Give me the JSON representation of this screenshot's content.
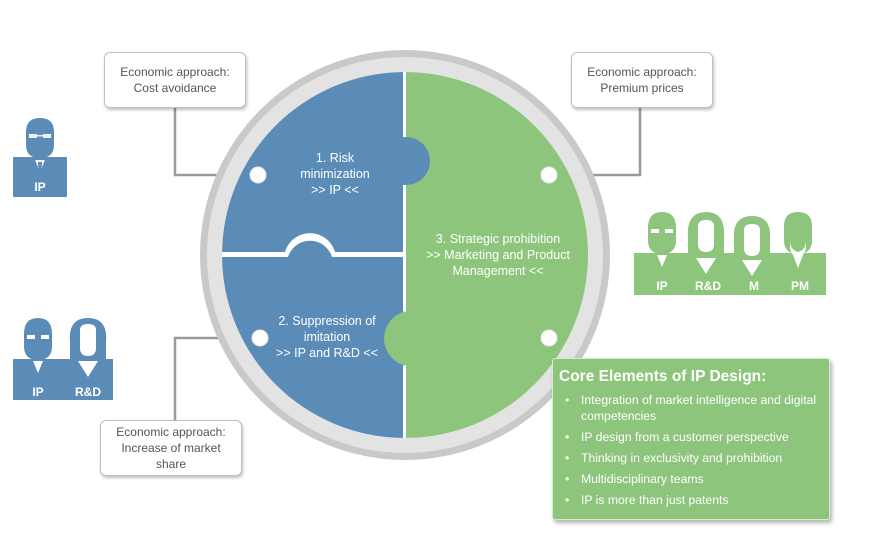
{
  "colors": {
    "blue": "#5b8cb8",
    "green": "#8dc57d",
    "ring": "#cfcfcf",
    "person_blue": "#5b8cb8",
    "person_green": "#8dc57d"
  },
  "callouts": {
    "top_left": {
      "line1": "Economic approach:",
      "line2": "Cost avoidance"
    },
    "top_right": {
      "line1": "Economic approach:",
      "line2": "Premium prices"
    },
    "bottom_left": {
      "line1": "Economic approach:",
      "line2": "Increase of market",
      "line3": "share"
    }
  },
  "puzzle": {
    "piece1": {
      "line1": "1. Risk",
      "line2": "minimization",
      "line3": ">> IP <<"
    },
    "piece2": {
      "line1": "2. Suppression of",
      "line2": "imitation",
      "line3": ">> IP and R&D <<"
    },
    "piece3": {
      "line1": "3. Strategic prohibition",
      "line2": ">> Marketing and Product",
      "line3": "Management <<"
    }
  },
  "people": {
    "group_ip": {
      "labels": [
        "IP"
      ],
      "icons": [
        "businessman-icon"
      ]
    },
    "group_ip_rd": {
      "labels": [
        "IP",
        "R&D"
      ],
      "icons": [
        "businessman-icon",
        "businesswoman-icon"
      ]
    },
    "group_all": {
      "labels": [
        "IP",
        "R&D",
        "M",
        "PM"
      ],
      "icons": [
        "businessman-icon",
        "businesswoman-icon",
        "businesswoman-icon",
        "bearded-man-icon"
      ]
    }
  },
  "core": {
    "title": "Core Elements of IP Design:",
    "items": [
      "Integration of market intelligence and digital competencies",
      "IP design from a customer perspective",
      "Thinking in exclusivity and prohibition",
      "Multidisciplinary teams",
      "IP is more than just patents"
    ]
  }
}
